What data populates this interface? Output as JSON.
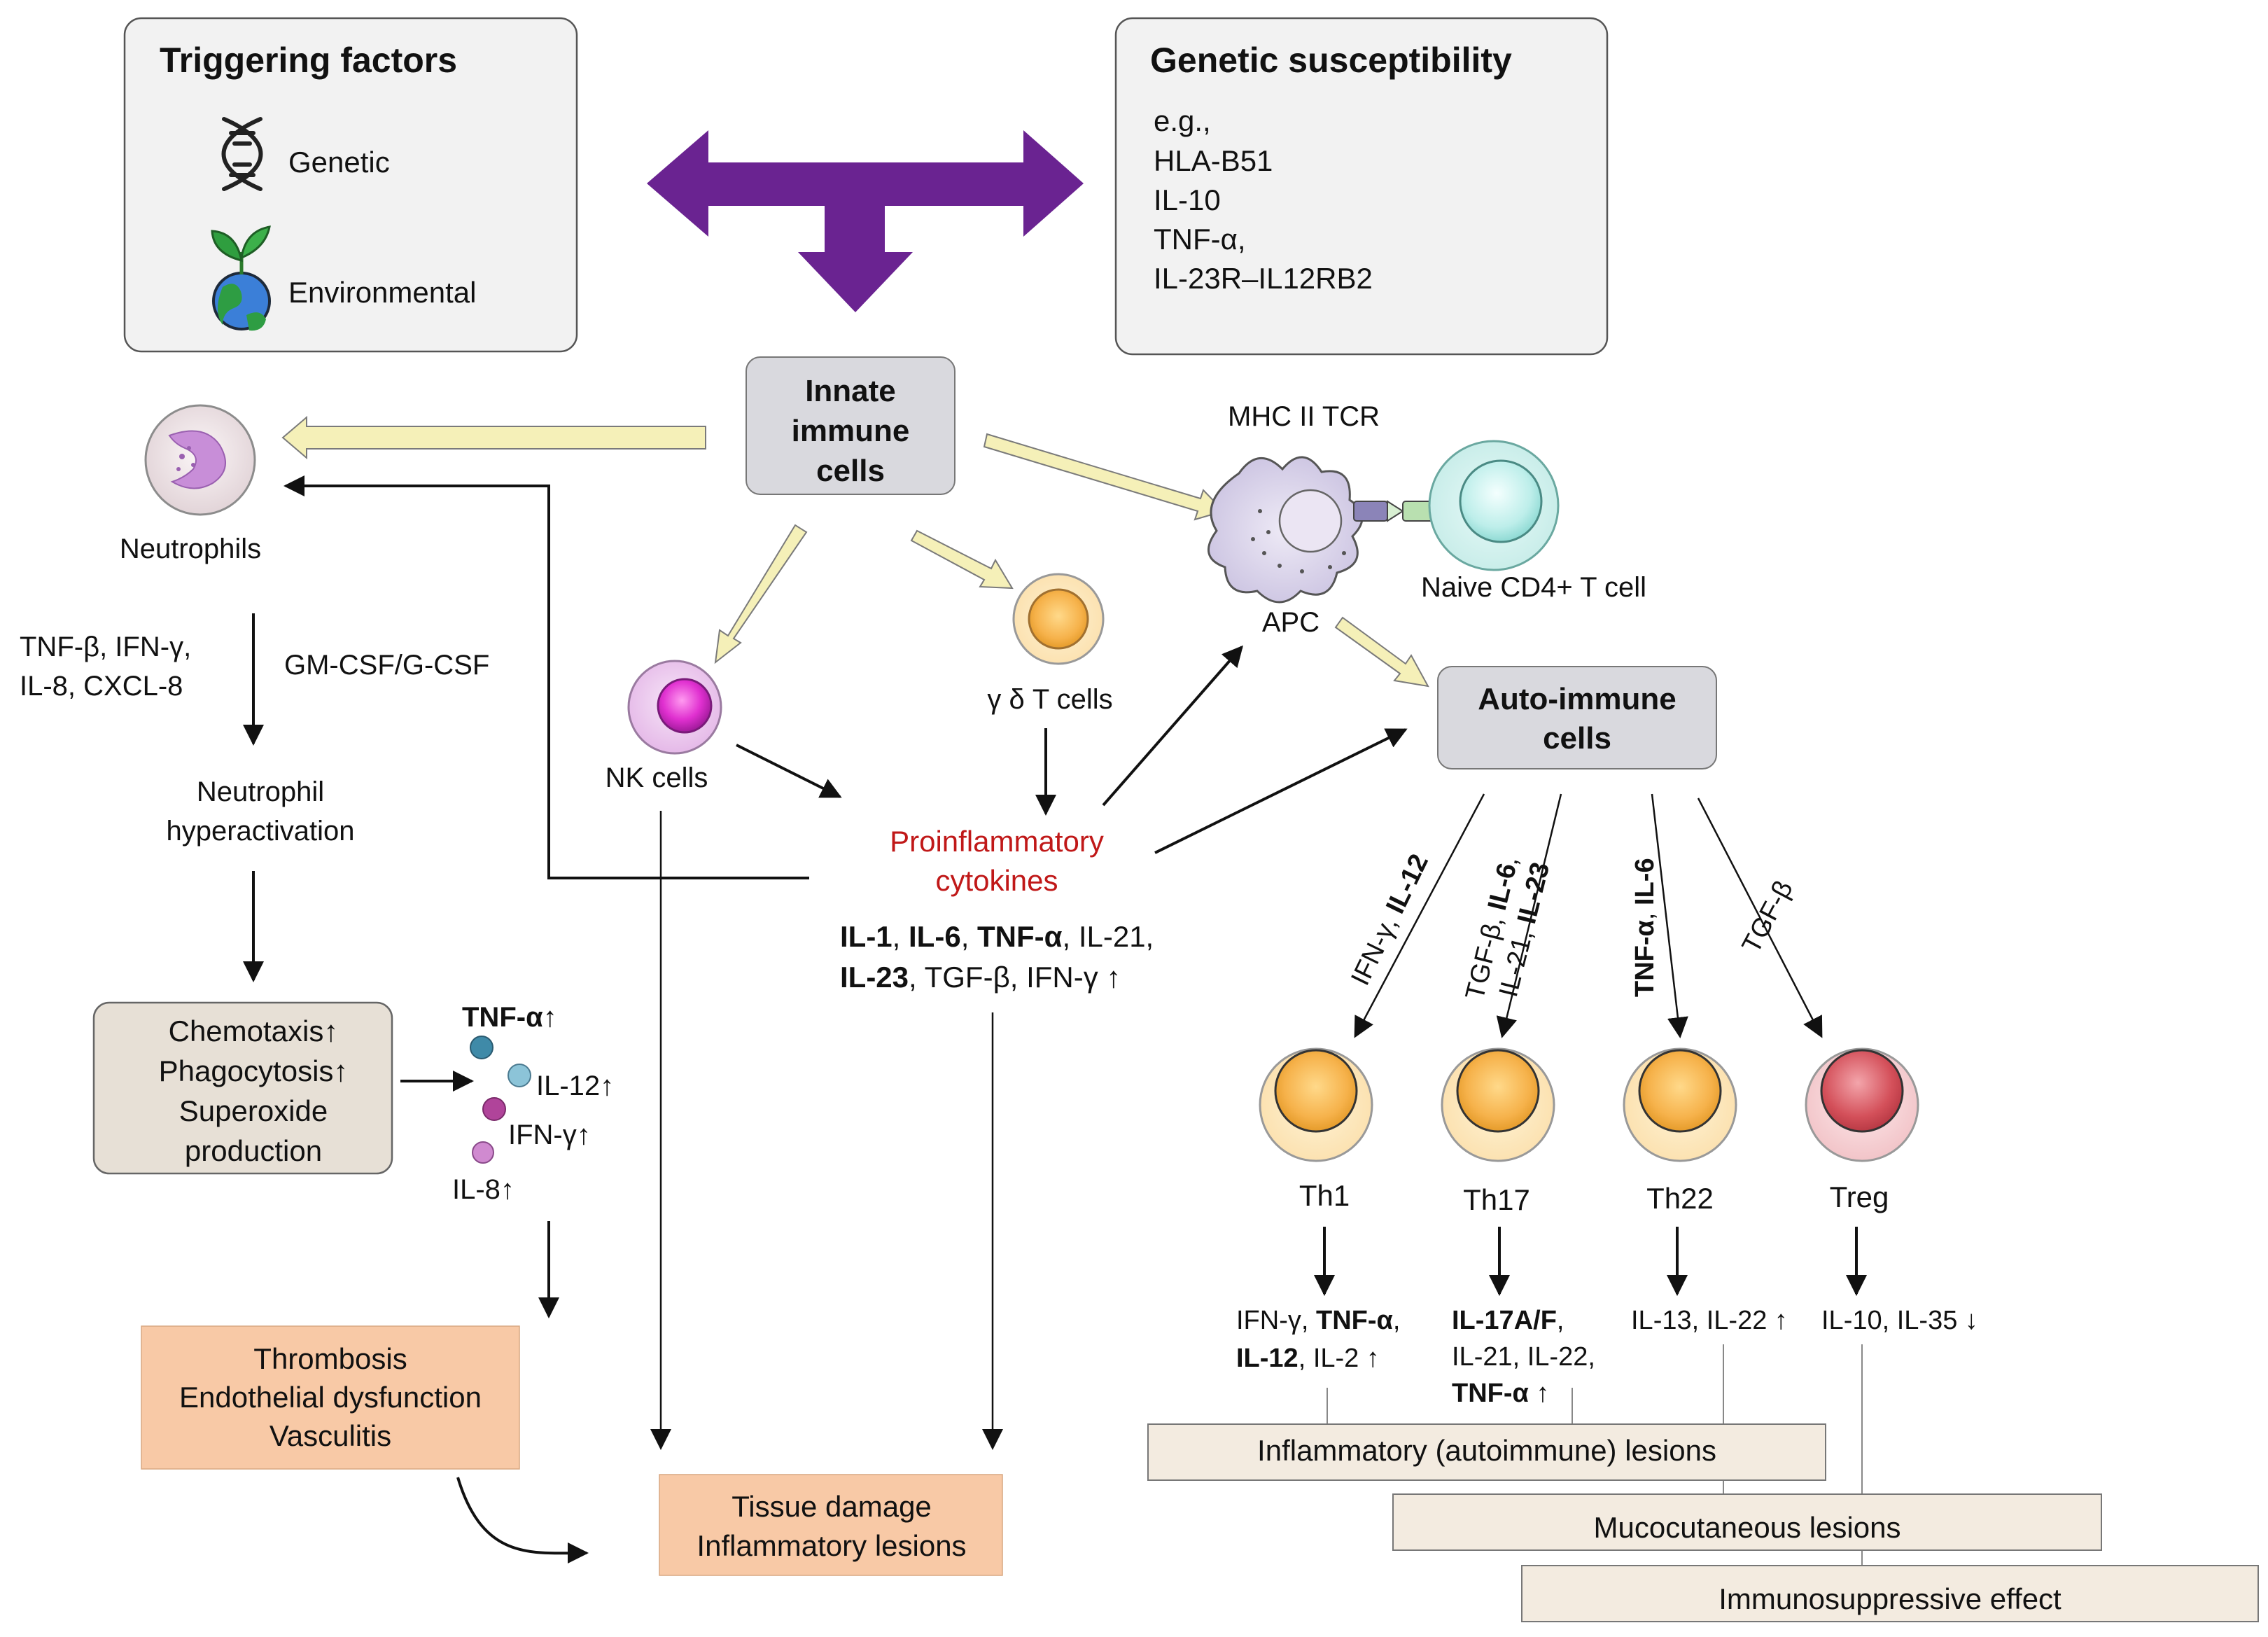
{
  "triggering": {
    "title": "Triggering factors",
    "genetic": "Genetic",
    "environmental": "Environmental"
  },
  "genetic_susceptibility": {
    "title": "Genetic susceptibility",
    "lines": [
      "e.g.,",
      "HLA-B51",
      "IL-10",
      "TNF-α,",
      "IL-23R–IL12RB2"
    ]
  },
  "innate": {
    "line1": "Innate",
    "line2": "immune",
    "line3": "cells"
  },
  "mhc_tcr": "MHC II TCR",
  "apc": "APC",
  "naive_cd4": "Naive CD4+ T cell",
  "neutrophils": "Neutrophils",
  "neutro_factors": {
    "line1": "TNF-β, IFN-γ,",
    "line2": "IL-8, CXCL-8",
    "gmcsf": "GM-CSF/G-CSF"
  },
  "hyperactivation": {
    "line1": "Neutrophil",
    "line2": "hyperactivation"
  },
  "chemotaxis_box": {
    "line1": "Chemotaxis↑",
    "line2": "Phagocytosis↑",
    "line3": "Superoxide",
    "line4": "production"
  },
  "release": {
    "tnf": "TNF-α↑",
    "il12": "IL-12↑",
    "ifn": "IFN-γ↑",
    "il8": "IL-8↑"
  },
  "thrombosis_box": {
    "line1": "Thrombosis",
    "line2": "Endothelial dysfunction",
    "line3": "Vasculitis"
  },
  "nk_cells": "NK cells",
  "gd_t_cells": "γ δ T cells",
  "proinflammatory": {
    "line1": "Proinflammatory",
    "line2": "cytokines",
    "l1_il1": "IL-1",
    "l1_c1": ", ",
    "l1_il6": "IL-6",
    "l1_c2": ", ",
    "l1_tnf": "TNF-α",
    "l1_rest": ", IL-21,",
    "l2_il23": "IL-23",
    "l2_rest": ", TGF-β, IFN-γ ↑"
  },
  "tissue_box": {
    "line1": "Tissue damage",
    "line2": "Inflammatory lesions"
  },
  "autoimmune": {
    "line1": "Auto-immune",
    "line2": "cells"
  },
  "branch_labels": {
    "th1_a": "IFN-γ, ",
    "th1_b": "IL-12",
    "th17_l1a": "TGF-β, ",
    "th17_l1b": "IL-6",
    "th17_l1c": ",",
    "th17_l2a": "IL-21, ",
    "th17_l2b": "IL-23",
    "th22_a": "TNF-α",
    "th22_b": ", ",
    "th22_c": "IL-6",
    "treg": "TGF-β"
  },
  "subsets": {
    "th1": "Th1",
    "th17": "Th17",
    "th22": "Th22",
    "treg": "Treg"
  },
  "outputs": {
    "th1_l1a": "IFN-γ, ",
    "th1_l1b": "TNF-α",
    "th1_l1c": ",",
    "th1_l2a": "IL-12",
    "th1_l2b": ", IL-2 ↑",
    "th17_l1a": "IL-17A/F",
    "th17_l1b": ",",
    "th17_l2": "IL-21, IL-22,",
    "th17_l3a": "TNF-α",
    "th17_l3b": " ↑",
    "th22": "IL-13, IL-22 ↑",
    "treg": "IL-10, IL-35 ↓"
  },
  "lesions": {
    "inflammatory": "Inflammatory (autoimmune) lesions",
    "mucocutaneous": "Mucocutaneous lesions",
    "immunosuppressive": "Immunosuppressive effect"
  },
  "colors": {
    "purple_arrow": "#6a2391",
    "box_grey": "#d9d9de",
    "box_tan": "#e7e0d6",
    "box_salmon": "#f8c9a6",
    "box_cream": "#f3ebe0",
    "hollow_arrow": "#f5f0b8",
    "cell_orange": "#f6b24b",
    "cell_red": "#d4505a"
  }
}
